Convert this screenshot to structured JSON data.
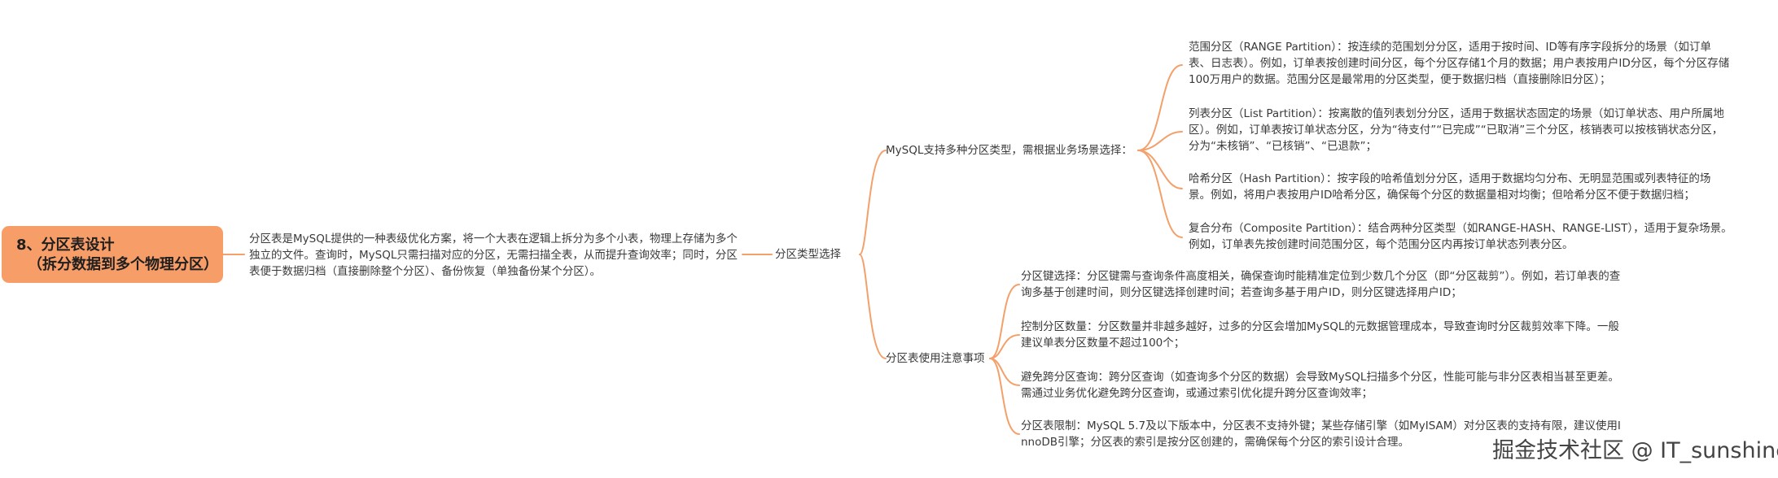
{
  "mindmap": {
    "root": {
      "title_line1": "8、分区表设计",
      "title_line2": "（拆分数据到多个物理分区）"
    },
    "intro": "分区表是MySQL提供的一种表级优化方案，将一个大表在逻辑上拆分为多个小表，物理上存储为多个独立的文件。查询时，MySQL只需扫描对应的分区，无需扫描全表，从而提升查询效率；同时，分区表便于数据归档（直接删除整个分区）、备份恢复（单独备份某个分区）。",
    "branch_label": "分区类型选择",
    "types": {
      "label": "MySQL支持多种分区类型，需根据业务场景选择：",
      "items": [
        "范围分区（RANGE Partition）：按连续的范围划分分区，适用于按时间、ID等有序字段拆分的场景（如订单表、日志表）。例如，订单表按创建时间分区，每个分区存储1个月的数据；用户表按用户ID分区，每个分区存储100万用户的数据。范围分区是最常用的分区类型，便于数据归档（直接删除旧分区）；",
        "列表分区（List Partition）：按离散的值列表划分分区，适用于数据状态固定的场景（如订单状态、用户所属地区）。例如，订单表按订单状态分区，分为“待支付”“已完成”“已取消”三个分区，核销表可以按核销状态分区，分为“未核销”、“已核销”、“已退款”；",
        "哈希分区（Hash Partition）：按字段的哈希值划分分区，适用于数据均匀分布、无明显范围或列表特征的场景。例如，将用户表按用户ID哈希分区，确保每个分区的数据量相对均衡；但哈希分区不便于数据归档；",
        "复合分布（Composite Partition）：结合两种分区类型（如RANGE-HASH、RANGE-LIST），适用于复杂场景。例如，订单表先按创建时间范围分区，每个范围分区内再按订单状态列表分区。"
      ]
    },
    "notes": {
      "label": "分区表使用注意事项",
      "items": [
        "分区键选择：分区键需与查询条件高度相关，确保查询时能精准定位到少数几个分区（即“分区裁剪”）。例如，若订单表的查询多基于创建时间，则分区键选择创建时间；若查询多基于用户ID，则分区键选择用户ID；",
        "控制分区数量：分区数量并非越多越好，过多的分区会增加MySQL的元数据管理成本，导致查询时分区裁剪效率下降。一般建议单表分区数量不超过100个；",
        "避免跨分区查询：跨分区查询（如查询多个分区的数据）会导致MySQL扫描多个分区，性能可能与非分区表相当甚至更差。需通过业务优化避免跨分区查询，或通过索引优化提升跨分区查询效率；",
        "分区表限制：MySQL 5.7及以下版本中，分区表不支持外键；某些存储引擎（如MyISAM）对分区表的支持有限，建议使用InnoDB引擎；分区表的索引是按分区创建的，需确保每个分区的索引设计合理。"
      ]
    }
  },
  "watermark": "掘金技术社区 @ IT_sunshine",
  "colors": {
    "root_fill": "#f79d68",
    "connector": "#f3a06b",
    "text": "#3a3a3a"
  }
}
